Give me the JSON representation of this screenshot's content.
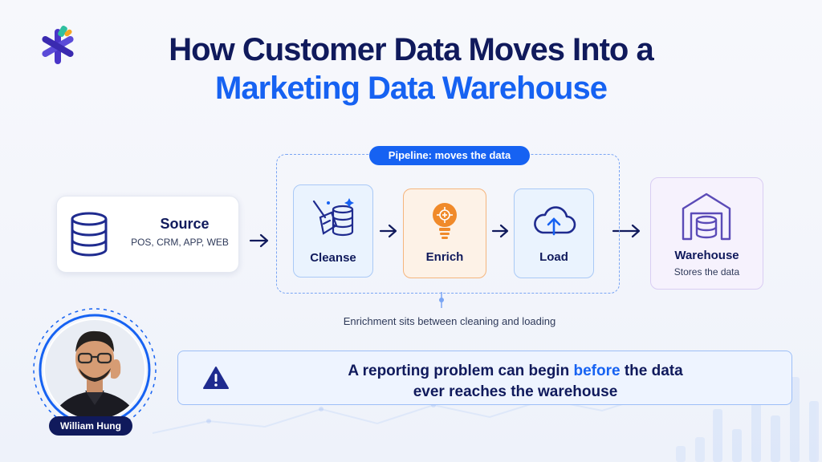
{
  "title": {
    "line1": "How Customer Data Moves Into a",
    "line2": "Marketing Data Warehouse"
  },
  "source": {
    "title": "Source",
    "subtitle": "POS, CRM, APP, WEB",
    "icon": "database-icon"
  },
  "pipeline": {
    "label": "Pipeline: moves the data",
    "steps": [
      {
        "label": "Cleanse",
        "icon": "broom-database-icon"
      },
      {
        "label": "Enrich",
        "icon": "lightbulb-icon"
      },
      {
        "label": "Load",
        "icon": "cloud-upload-icon"
      }
    ],
    "note": "Enrichment sits between cleaning and loading"
  },
  "warehouse": {
    "title": "Warehouse",
    "subtitle": "Stores the data",
    "icon": "warehouse-database-icon"
  },
  "alert": {
    "line1_before": "A reporting problem can begin ",
    "line1_accent": "before",
    "line1_after": " the data",
    "line2": "ever reaches the warehouse",
    "icon": "warning-icon"
  },
  "presenter": {
    "name": "William Hung"
  },
  "colors": {
    "navy": "#101a5c",
    "blue": "#1662f2",
    "orange": "#f08a2a",
    "purple": "#5b4bb7"
  }
}
